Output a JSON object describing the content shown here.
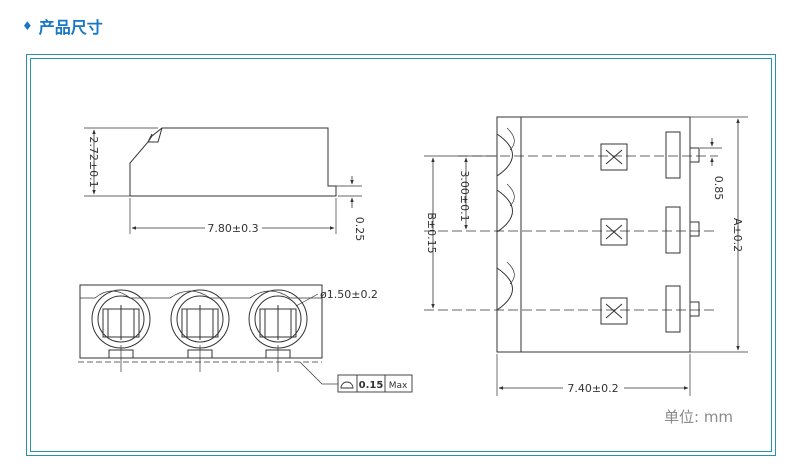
{
  "header": {
    "marker_icon": "diamond-icon",
    "title": "产品尺寸"
  },
  "colors": {
    "accent": "#1677c9",
    "frame": "#2a8fb0",
    "line": "#333333"
  },
  "side_view": {
    "height_dim": "2.72±0.1",
    "length_dim": "7.80±0.3",
    "step_dim": "0.25"
  },
  "front_view": {
    "diameter_dim": "ø1.50±0.2",
    "flatness_value": "0.15",
    "flatness_max": "Max"
  },
  "top_view": {
    "pitch_dim": "3.00±0.1",
    "span_dim": "B±0.15",
    "small_dim": "0.85",
    "height_dim": "A±0.2",
    "width_dim": "7.40±0.2"
  },
  "footer": {
    "unit_label": "单位:  mm"
  }
}
